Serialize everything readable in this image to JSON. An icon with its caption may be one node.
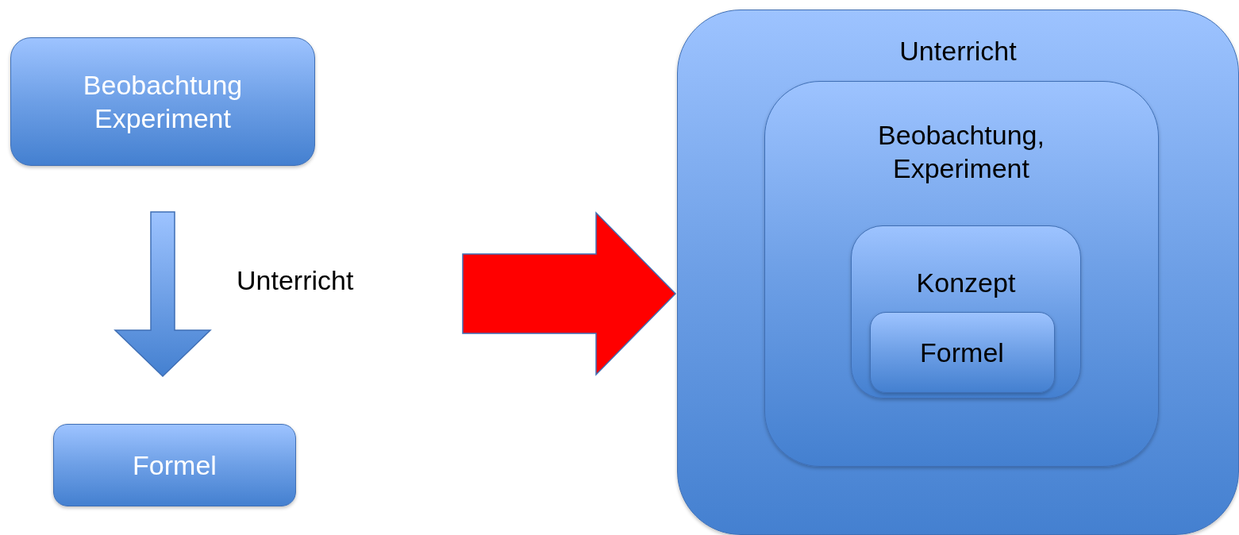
{
  "diagram": {
    "nodes": [
      {
        "text": [
          "Beobachtung Experiment"
        ]
      },
      {
        "text": [
          "Formel"
        ]
      },
      {
        "text": [
          "Unterricht"
        ]
      },
      {
        "text": [
          "Beobachtung, Experiment"
        ],
        "in": 2
      },
      {
        "text": [
          "Konzept"
        ],
        "in": 3
      },
      {
        "text": [
          "Formel"
        ],
        "in": 4
      }
    ],
    "edges": [
      {
        "from": 0,
        "to": 1,
        "arrow": "to",
        "style": "thick",
        "label": "Unterricht"
      },
      {
        "from": null,
        "to": 2,
        "arrow": "to",
        "style": "thick",
        "color": "#ff0000"
      }
    ]
  }
}
